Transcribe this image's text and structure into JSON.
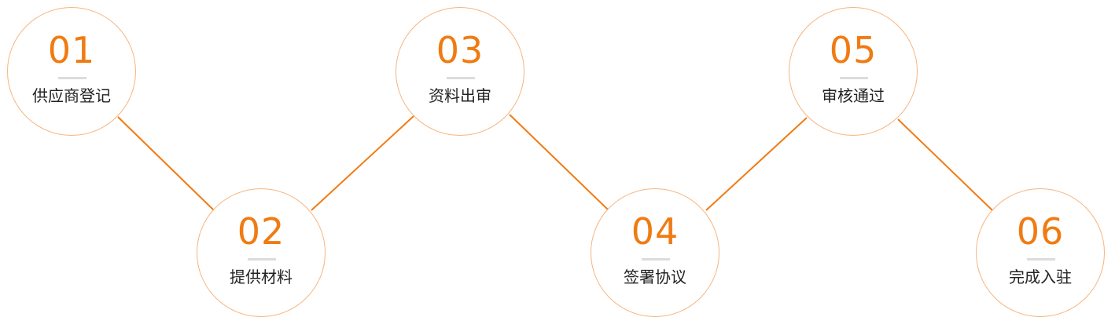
{
  "accent_color": "#f07b12",
  "steps": [
    {
      "number": "01",
      "label": "供应商登记"
    },
    {
      "number": "02",
      "label": "提供材料"
    },
    {
      "number": "03",
      "label": "资料出审"
    },
    {
      "number": "04",
      "label": "签署协议"
    },
    {
      "number": "05",
      "label": "审核通过"
    },
    {
      "number": "06",
      "label": "完成入驻"
    }
  ]
}
